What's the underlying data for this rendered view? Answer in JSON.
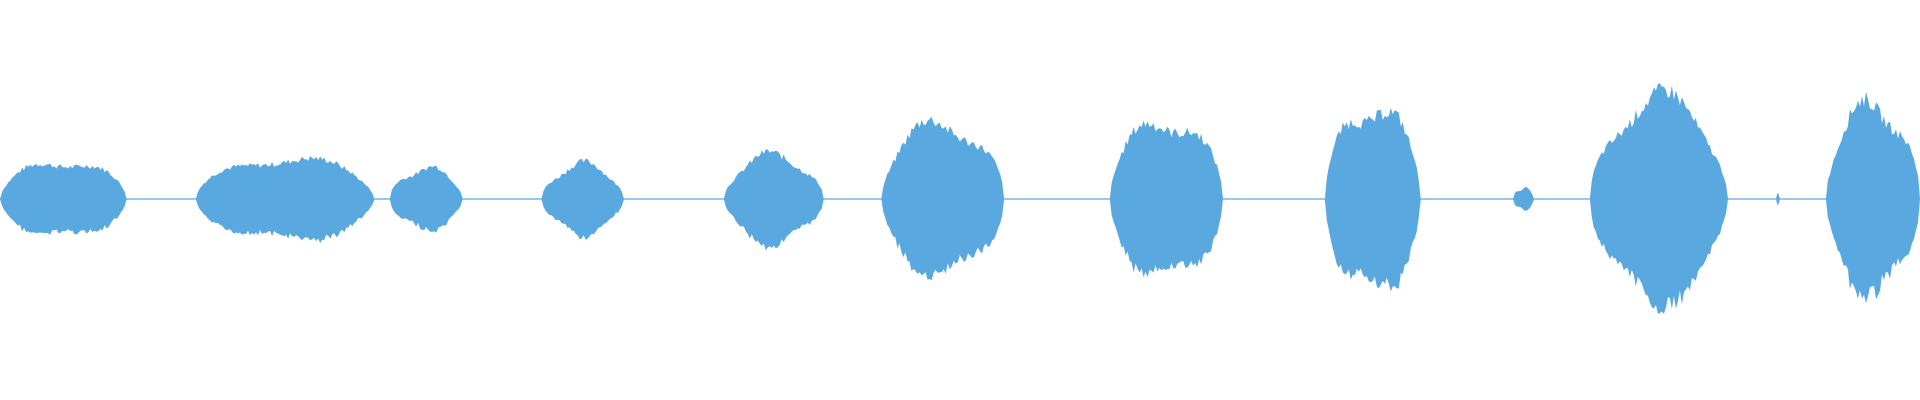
{
  "waveform": {
    "color": "#5AA8E0",
    "background": "#ffffff",
    "segments": [
      {
        "start": 0.0,
        "end": 0.066,
        "peak": 0.21
      },
      {
        "start": 0.102,
        "end": 0.195,
        "peak": 0.23
      },
      {
        "start": 0.203,
        "end": 0.241,
        "peak": 0.17
      },
      {
        "start": 0.282,
        "end": 0.325,
        "peak": 0.19
      },
      {
        "start": 0.377,
        "end": 0.429,
        "peak": 0.24
      },
      {
        "start": 0.459,
        "end": 0.523,
        "peak": 0.42
      },
      {
        "start": 0.578,
        "end": 0.637,
        "peak": 0.44
      },
      {
        "start": 0.69,
        "end": 0.74,
        "peak": 0.51
      },
      {
        "start": 0.788,
        "end": 0.799,
        "peak": 0.06
      },
      {
        "start": 0.828,
        "end": 0.9,
        "peak": 0.55
      },
      {
        "start": 0.925,
        "end": 0.927,
        "peak": 0.03
      },
      {
        "start": 0.951,
        "end": 1.0,
        "peak": 0.52
      }
    ]
  }
}
